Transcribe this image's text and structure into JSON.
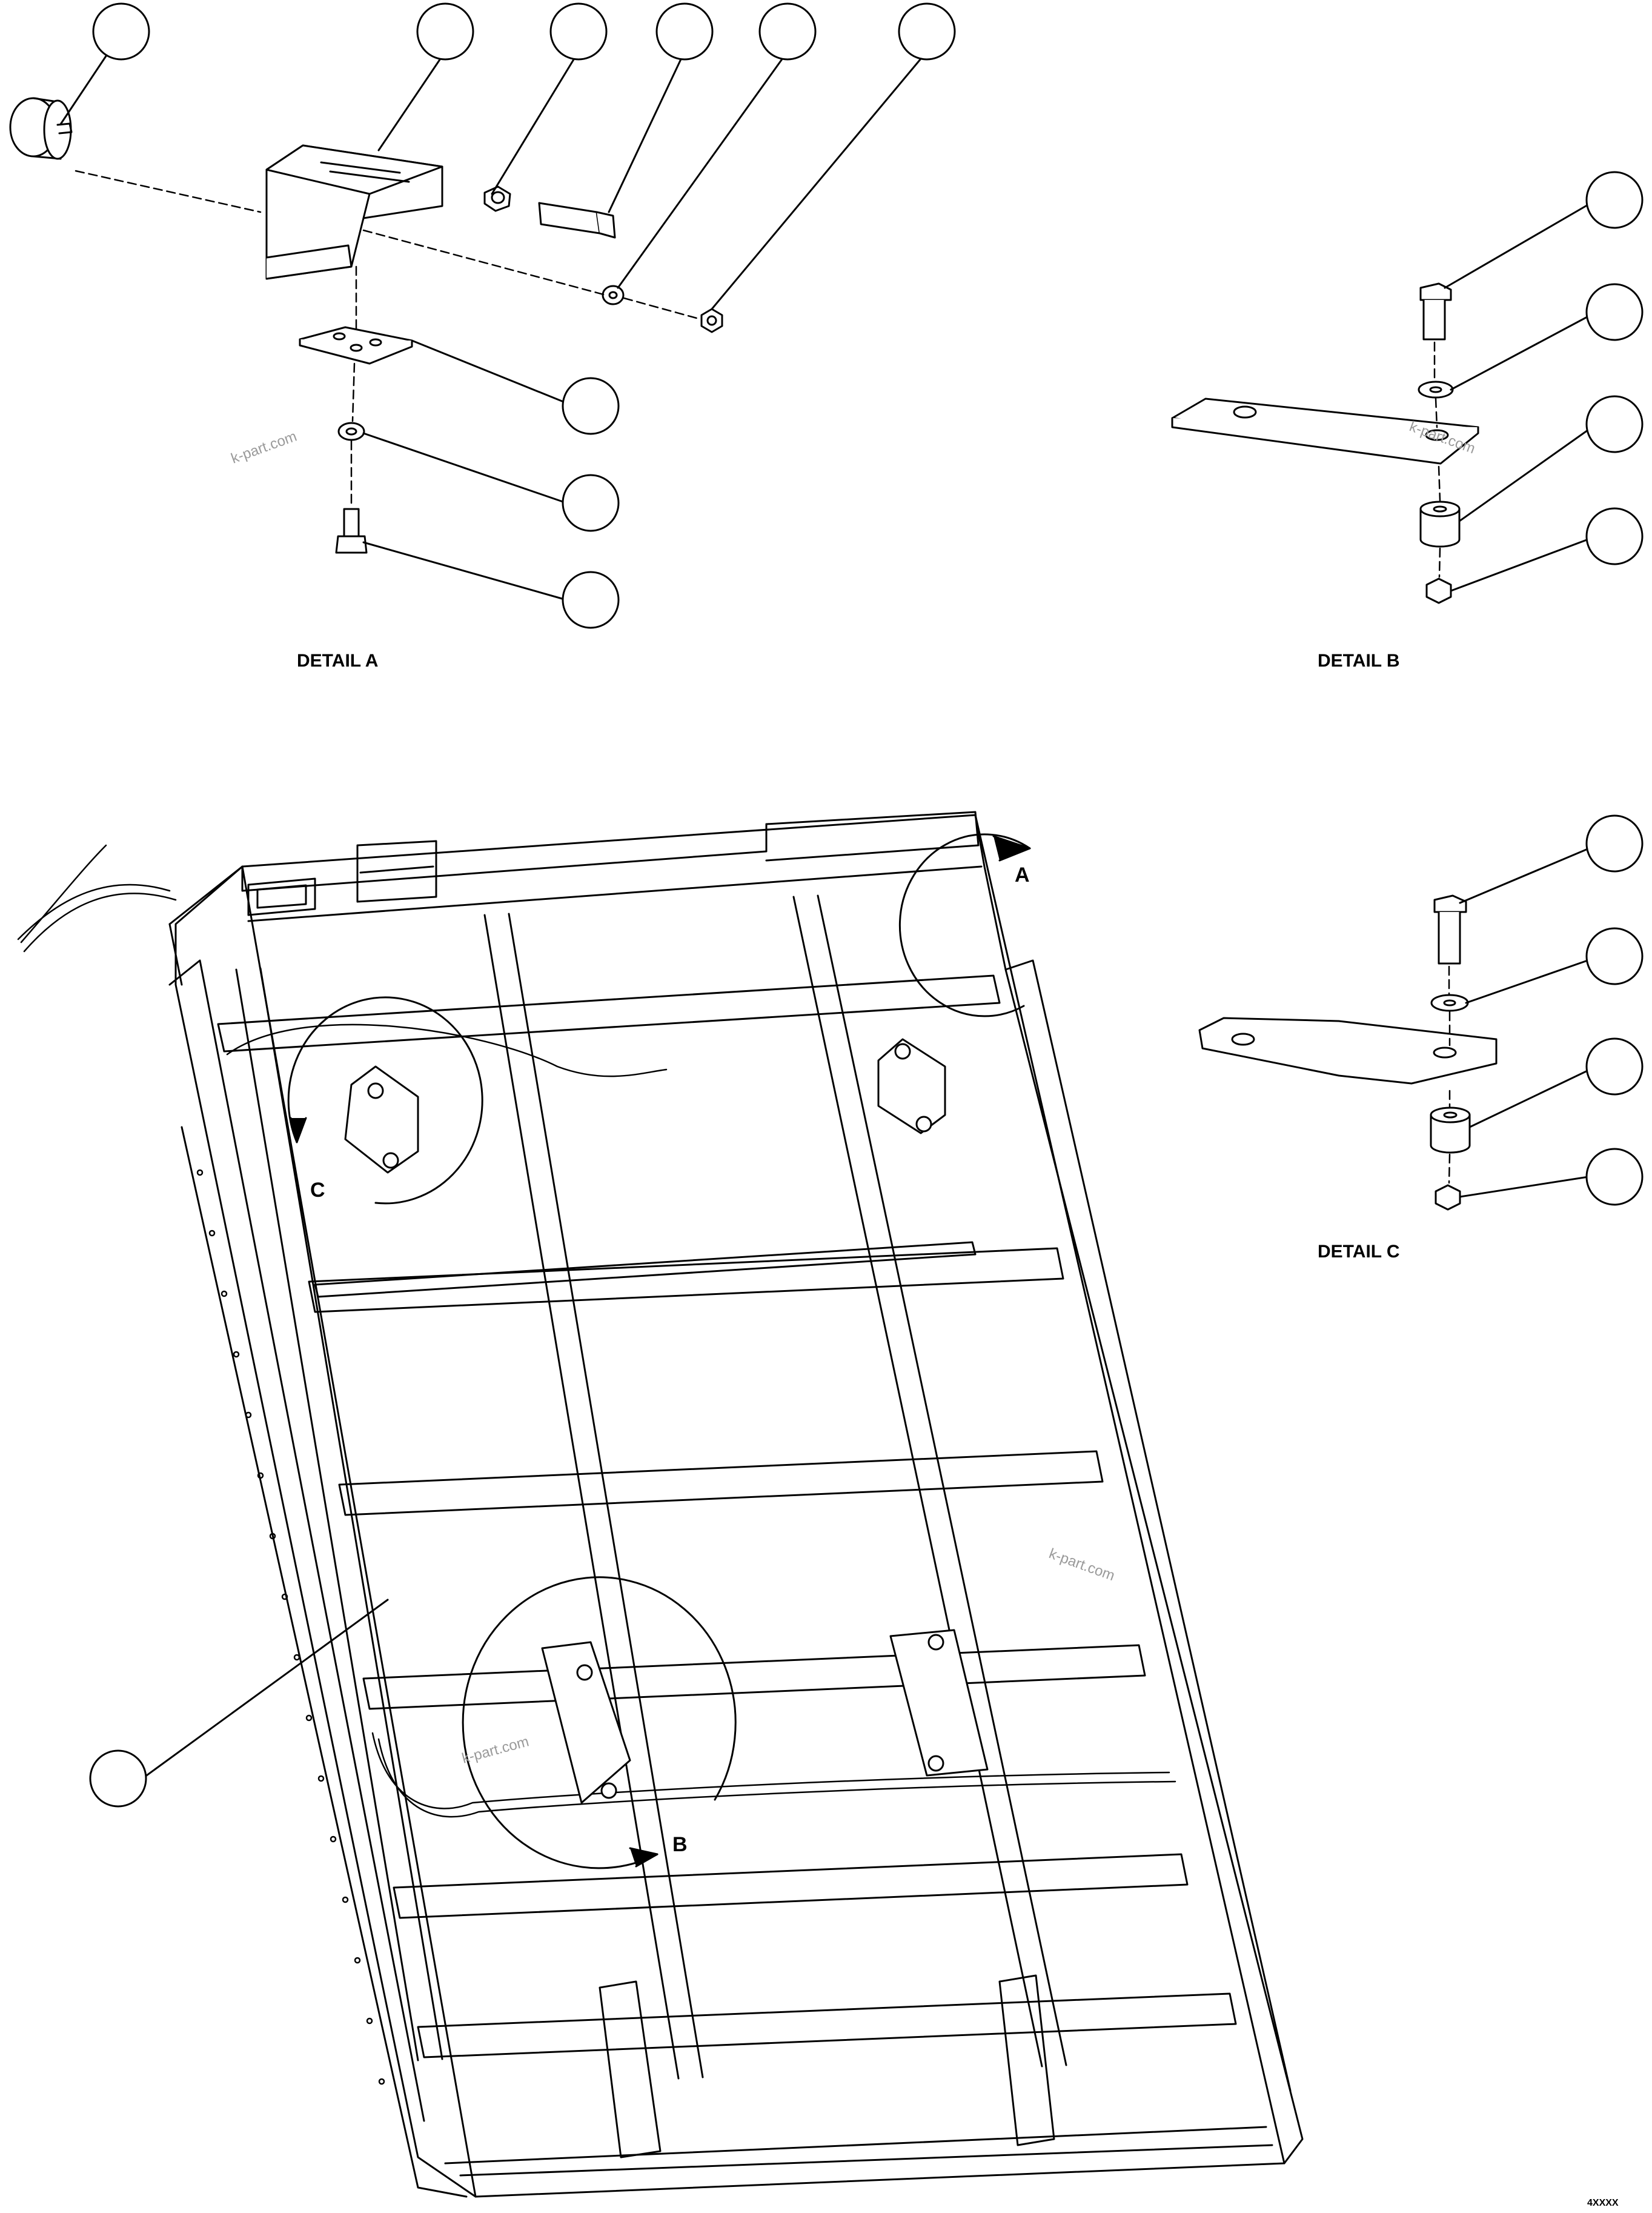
{
  "details": {
    "a_title": "DETAIL A",
    "b_title": "DETAIL B",
    "c_title": "DETAIL C"
  },
  "view_letters": {
    "a": "A",
    "b": "B",
    "c": "C"
  },
  "watermarks": [
    "k-part.com",
    "k-part.com",
    "k-part.com",
    "k-part.com"
  ],
  "figure_code": "4XXXX",
  "callout_icon": "empty-callout-circle",
  "colors": {
    "line": "#000000",
    "watermark": "#9a9a9a",
    "background": "#ffffff"
  }
}
